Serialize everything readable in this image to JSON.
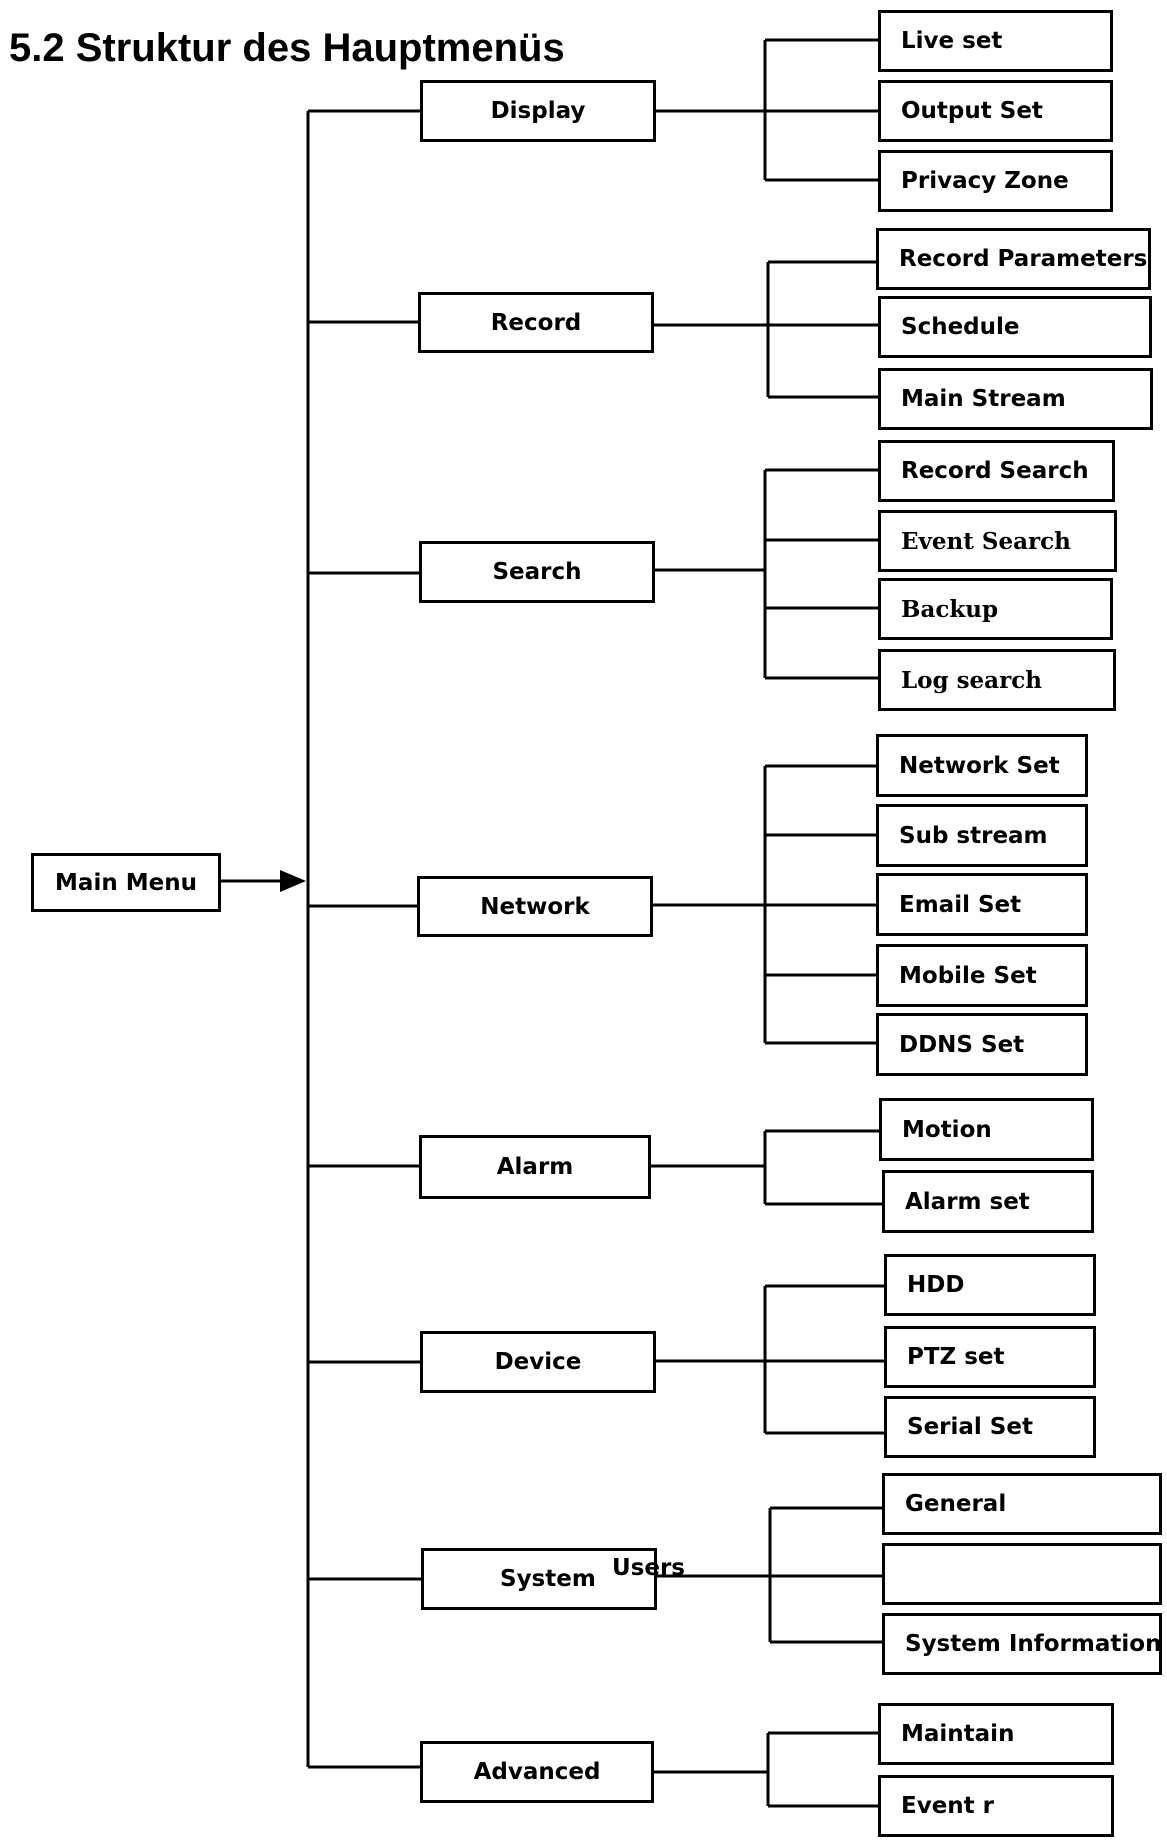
{
  "title": "5.2 Struktur des Hauptmenüs",
  "root": {
    "label": "Main Menu"
  },
  "menus": [
    {
      "label": "Display",
      "items": [
        "Live set",
        "Output Set",
        "Privacy Zone"
      ]
    },
    {
      "label": "Record",
      "items": [
        "Record Parameters",
        "Schedule",
        "Main Stream"
      ]
    },
    {
      "label": "Search",
      "items": [
        "Record Search",
        "Event Search",
        "Backup",
        "Log search"
      ]
    },
    {
      "label": "Network",
      "items": [
        "Network Set",
        "Sub stream",
        "Email Set",
        "Mobile Set",
        "DDNS Set"
      ]
    },
    {
      "label": "Alarm",
      "items": [
        "Motion",
        "Alarm set"
      ]
    },
    {
      "label": "Device",
      "items": [
        "HDD",
        "PTZ set",
        "Serial Set"
      ]
    },
    {
      "label": "System",
      "extra_label": "Users",
      "items": [
        "General",
        "",
        "System Information"
      ]
    },
    {
      "label": "Advanced",
      "items": [
        "Maintain",
        "Event r"
      ]
    }
  ]
}
